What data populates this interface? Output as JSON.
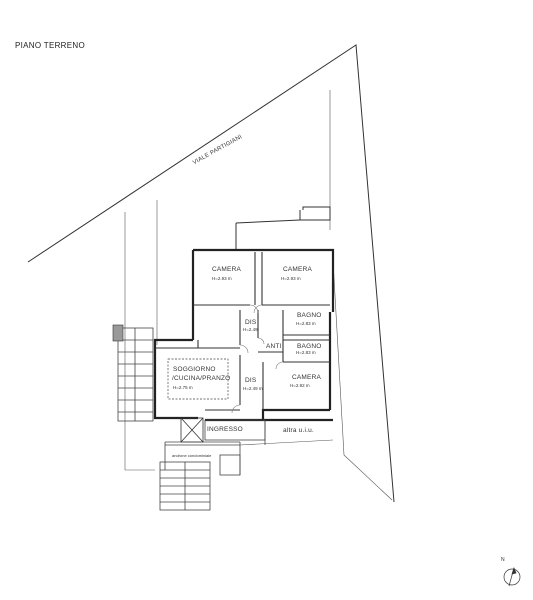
{
  "header": {
    "title": "PIANO TERRENO"
  },
  "street": {
    "name": "VIALE PARTIGIANI"
  },
  "rooms": {
    "camera_1": {
      "label": "CAMERA",
      "height": "H=2.93 m"
    },
    "camera_2": {
      "label": "CAMERA",
      "height": "H=2.93 m"
    },
    "bagno_1": {
      "label": "BAGNO",
      "height": "H=2.83 m"
    },
    "bagno_2": {
      "label": "BAGNO",
      "height": "H=2.83 m"
    },
    "camera_3": {
      "label": "CAMERA",
      "height": "H=2.92 m"
    },
    "dis_1": {
      "label": "DIS",
      "height": "H=2.49"
    },
    "anti": {
      "label": "ANTI"
    },
    "dis_2": {
      "label": "DIS",
      "height": "H=2.49 m"
    },
    "soggiorno": {
      "label_1": "SOGGIORNO",
      "label_2": "/CUCINA/PRANZO",
      "height": "H=2.75 m"
    },
    "ingresso": {
      "label": "INGRESSO"
    },
    "altro": {
      "label": "altra u.i.u."
    },
    "androne": {
      "label": "androne condominiale"
    }
  },
  "compass": {
    "label": "N"
  }
}
